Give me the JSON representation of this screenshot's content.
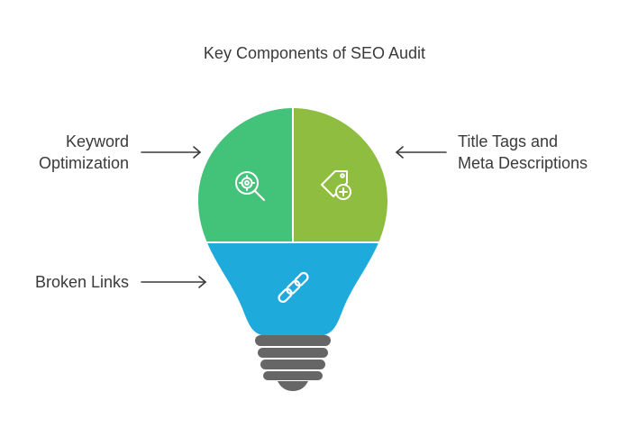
{
  "title": "Key Components of SEO Audit",
  "components": {
    "keyword": {
      "line1": "Keyword",
      "line2": "Optimization",
      "color": "#43c27a",
      "icon": "search-gear-icon"
    },
    "title_tags": {
      "line1": "Title Tags and",
      "line2": "Meta Descriptions",
      "color": "#8fbd3f",
      "icon": "tag-add-icon"
    },
    "broken_links": {
      "label": "Broken Links",
      "color": "#1eabdc",
      "icon": "broken-chain-icon"
    }
  },
  "colors": {
    "base": "#666666",
    "text": "#3a3a3a",
    "arrow": "#3a3a3a"
  }
}
